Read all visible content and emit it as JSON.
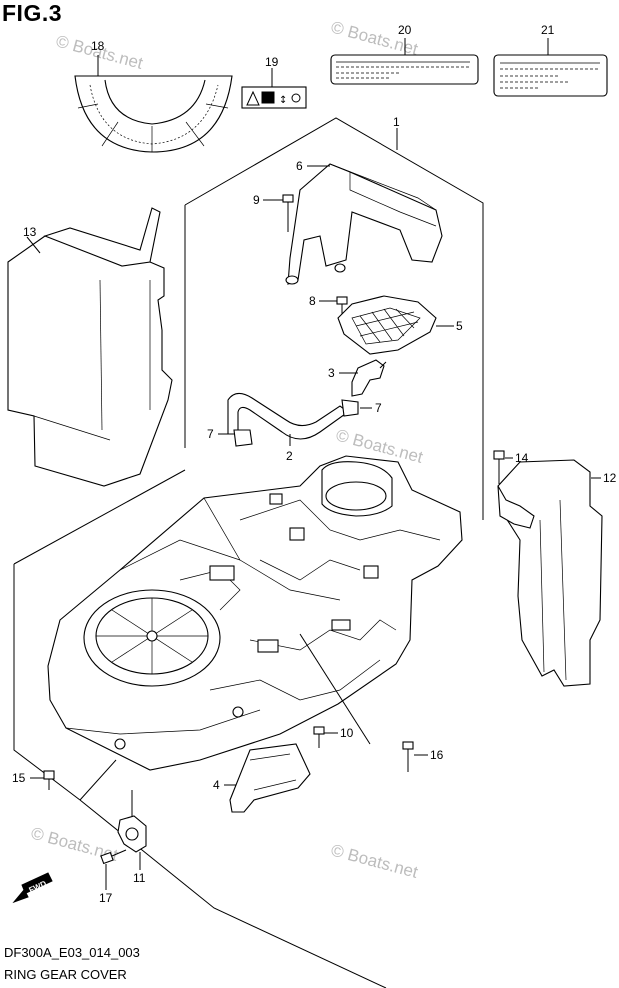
{
  "figure": {
    "title": "FIG.3",
    "code": "DF300A_E03_014_003",
    "caption": "RING GEAR COVER"
  },
  "watermark": {
    "text": "© Boats.net"
  },
  "callouts": [
    {
      "id": "c1",
      "text": "1"
    },
    {
      "id": "c2",
      "text": "2"
    },
    {
      "id": "c3",
      "text": "3"
    },
    {
      "id": "c4",
      "text": "4"
    },
    {
      "id": "c5",
      "text": "5"
    },
    {
      "id": "c6",
      "text": "6"
    },
    {
      "id": "c7a",
      "text": "7"
    },
    {
      "id": "c7b",
      "text": "7"
    },
    {
      "id": "c8",
      "text": "8"
    },
    {
      "id": "c9",
      "text": "9"
    },
    {
      "id": "c10",
      "text": "10"
    },
    {
      "id": "c11",
      "text": "11"
    },
    {
      "id": "c12",
      "text": "12"
    },
    {
      "id": "c13",
      "text": "13"
    },
    {
      "id": "c14",
      "text": "14"
    },
    {
      "id": "c15",
      "text": "15"
    },
    {
      "id": "c16",
      "text": "16"
    },
    {
      "id": "c17",
      "text": "17"
    },
    {
      "id": "c18",
      "text": "18"
    },
    {
      "id": "c19",
      "text": "19"
    },
    {
      "id": "c20",
      "text": "20"
    },
    {
      "id": "c21",
      "text": "21"
    }
  ],
  "fwd_label": "FWD"
}
